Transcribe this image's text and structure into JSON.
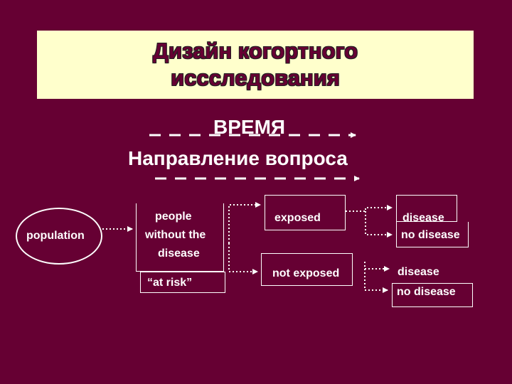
{
  "title": {
    "line1": "Дизайн когортного",
    "line2": "иссследования"
  },
  "time_label": "ВРЕМЯ",
  "direction_label": "Направление вопроса",
  "nodes": {
    "population": "population",
    "people_line1": "people",
    "people_line2": "without the",
    "people_line3": "disease",
    "at_risk": "“at risk”",
    "exposed": "exposed",
    "not_exposed": "not exposed",
    "exposed_disease": "disease",
    "exposed_no_disease": "no disease",
    "not_exposed_disease": "disease",
    "not_exposed_no_disease": "no disease"
  },
  "colors": {
    "background": "#660033",
    "title_box": "#ffffcc",
    "title_text": "#660033",
    "foreground": "#ffffff"
  }
}
